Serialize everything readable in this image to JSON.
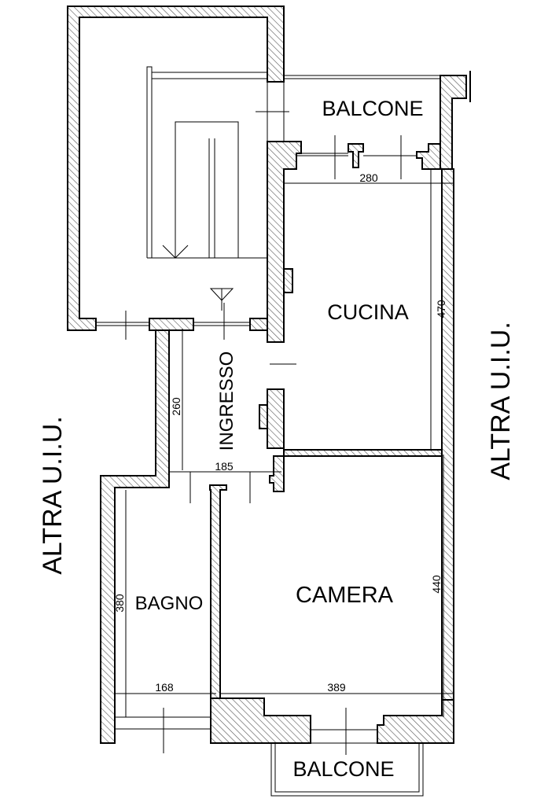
{
  "rooms": {
    "balcone_top": "BALCONE",
    "cucina": "CUCINA",
    "ingresso": "INGRESSO",
    "bagno": "BAGNO",
    "camera": "CAMERA",
    "balcone_bottom": "BALCONE"
  },
  "neighbours": {
    "left": "ALTRA U.I.U.",
    "right": "ALTRA U.I.U."
  },
  "dimensions": {
    "cucina_width": "280",
    "cucina_length": "470",
    "ingresso_length": "260",
    "ingresso_width": "185",
    "bagno_length": "380",
    "bagno_width": "168",
    "camera_width": "389",
    "camera_length": "440"
  },
  "colors": {
    "line": "#000000",
    "background": "#ffffff"
  }
}
